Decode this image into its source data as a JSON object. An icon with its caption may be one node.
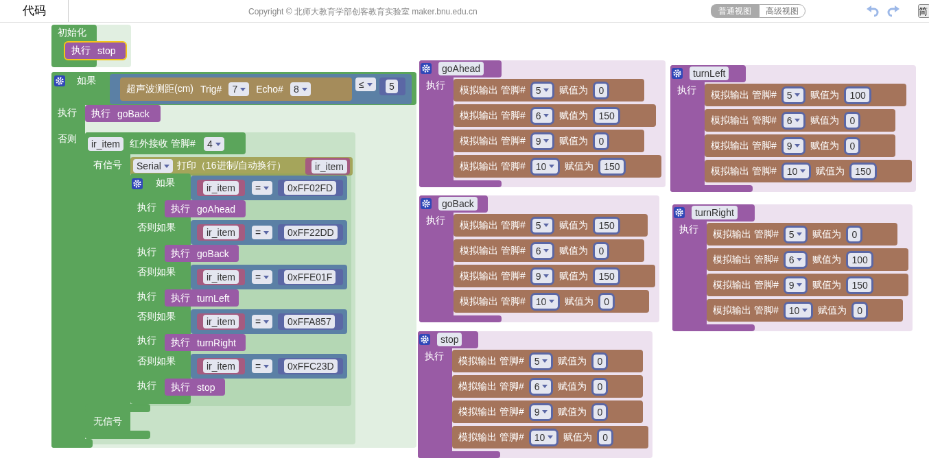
{
  "diagram": {
    "nodes": [
      {
        "text": [
          "初始化"
        ]
      },
      {
        "text": [
          "执行",
          "stop"
        ],
        "in": 0
      },
      {
        "text": [
          "如果",
          "执行",
          "否则"
        ]
      },
      {
        "text": [
          "≤"
        ],
        "in": 2
      },
      {
        "text": [
          "超声波测距(cm)",
          "Trig#",
          "7",
          "Echo#",
          "8"
        ],
        "in": 3
      },
      {
        "text": [
          "5"
        ],
        "in": 3
      },
      {
        "text": [
          "执行",
          "goBack"
        ],
        "in": 2
      },
      {
        "text": [
          "ir_item",
          "红外接收 管脚#",
          "4",
          "有信号",
          "无信号"
        ],
        "in": 2
      },
      {
        "text": [
          "Serial",
          "打印（16进制/自动换行）"
        ],
        "in": 7
      },
      {
        "text": [
          "ir_item"
        ],
        "in": 8
      },
      {
        "text": [
          "如果",
          "执行",
          "否则如果",
          "执行",
          "否则如果",
          "执行",
          "否则如果",
          "执行",
          "否则如果",
          "执行"
        ],
        "in": 7
      },
      {
        "text": [
          "="
        ],
        "in": 10
      },
      {
        "text": [
          "ir_item"
        ],
        "in": 11
      },
      {
        "text": [
          "0xFF02FD"
        ],
        "in": 11
      },
      {
        "text": [
          "执行",
          "goAhead"
        ],
        "in": 10
      },
      {
        "text": [
          "="
        ],
        "in": 10
      },
      {
        "text": [
          "ir_item"
        ],
        "in": 15
      },
      {
        "text": [
          "0xFF22DD"
        ],
        "in": 15
      },
      {
        "text": [
          "执行",
          "goBack"
        ],
        "in": 10
      },
      {
        "text": [
          "="
        ],
        "in": 10
      },
      {
        "text": [
          "ir_item"
        ],
        "in": 19
      },
      {
        "text": [
          "0xFFE01F"
        ],
        "in": 19
      },
      {
        "text": [
          "执行",
          "turnLeft"
        ],
        "in": 10
      },
      {
        "text": [
          "="
        ],
        "in": 10
      },
      {
        "text": [
          "ir_item"
        ],
        "in": 23
      },
      {
        "text": [
          "0xFFA857"
        ],
        "in": 23
      },
      {
        "text": [
          "执行",
          "turnRight"
        ],
        "in": 10
      },
      {
        "text": [
          "="
        ],
        "in": 10
      },
      {
        "text": [
          "ir_item"
        ],
        "in": 27
      },
      {
        "text": [
          "0xFFC23D"
        ],
        "in": 27
      },
      {
        "text": [
          "执行",
          "stop"
        ],
        "in": 10
      },
      {
        "text": [
          "goAhead",
          "执行"
        ]
      },
      {
        "text": [
          "模拟输出 管脚#",
          "5",
          "赋值为",
          "0"
        ],
        "in": 31
      },
      {
        "text": [
          "模拟输出 管脚#",
          "6",
          "赋值为",
          "150"
        ],
        "in": 31
      },
      {
        "text": [
          "模拟输出 管脚#",
          "9",
          "赋值为",
          "0"
        ],
        "in": 31
      },
      {
        "text": [
          "模拟输出 管脚#",
          "10",
          "赋值为",
          "150"
        ],
        "in": 31
      },
      {
        "text": [
          "goBack",
          "执行"
        ]
      },
      {
        "text": [
          "模拟输出 管脚#",
          "5",
          "赋值为",
          "150"
        ],
        "in": 36
      },
      {
        "text": [
          "模拟输出 管脚#",
          "6",
          "赋值为",
          "0"
        ],
        "in": 36
      },
      {
        "text": [
          "模拟输出 管脚#",
          "9",
          "赋值为",
          "150"
        ],
        "in": 36
      },
      {
        "text": [
          "模拟输出 管脚#",
          "10",
          "赋值为",
          "0"
        ],
        "in": 36
      },
      {
        "text": [
          "stop",
          "执行"
        ]
      },
      {
        "text": [
          "模拟输出 管脚#",
          "5",
          "赋值为",
          "0"
        ],
        "in": 41
      },
      {
        "text": [
          "模拟输出 管脚#",
          "6",
          "赋值为",
          "0"
        ],
        "in": 41
      },
      {
        "text": [
          "模拟输出 管脚#",
          "9",
          "赋值为",
          "0"
        ],
        "in": 41
      },
      {
        "text": [
          "模拟输出 管脚#",
          "10",
          "赋值为",
          "0"
        ],
        "in": 41
      },
      {
        "text": [
          "turnLeft",
          "执行"
        ]
      },
      {
        "text": [
          "模拟输出 管脚#",
          "5",
          "赋值为",
          "100"
        ],
        "in": 46
      },
      {
        "text": [
          "模拟输出 管脚#",
          "6",
          "赋值为",
          "0"
        ],
        "in": 46
      },
      {
        "text": [
          "模拟输出 管脚#",
          "9",
          "赋值为",
          "0"
        ],
        "in": 46
      },
      {
        "text": [
          "模拟输出 管脚#",
          "10",
          "赋值为",
          "150"
        ],
        "in": 46
      },
      {
        "text": [
          "turnRight",
          "执行"
        ]
      },
      {
        "text": [
          "模拟输出 管脚#",
          "5",
          "赋值为",
          "0"
        ],
        "in": 51
      },
      {
        "text": [
          "模拟输出 管脚#",
          "6",
          "赋值为",
          "100"
        ],
        "in": 51
      },
      {
        "text": [
          "模拟输出 管脚#",
          "9",
          "赋值为",
          "150"
        ],
        "in": 51
      },
      {
        "text": [
          "模拟输出 管脚#",
          "10",
          "赋值为",
          "0"
        ],
        "in": 51
      }
    ],
    "labels": [
      "代码",
      "Copyright © 北师大教育学部创客教育实验室 maker.bnu.edu.cn",
      "普通视图",
      "高级视图",
      "简"
    ]
  }
}
